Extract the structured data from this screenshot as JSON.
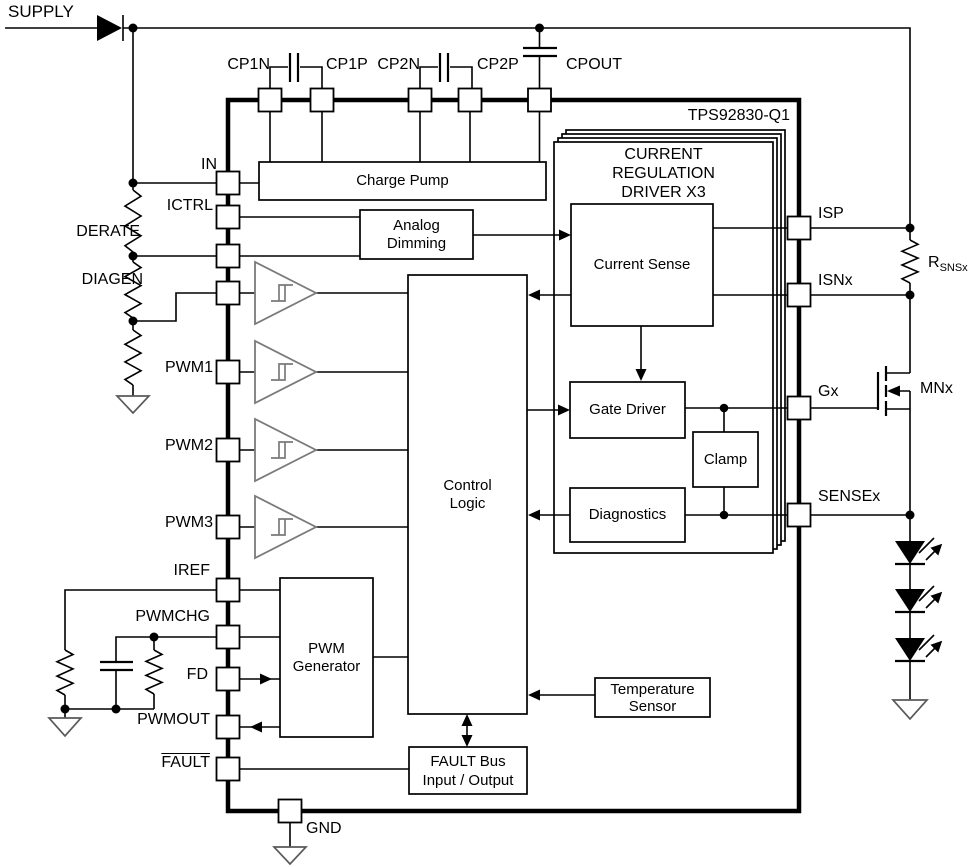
{
  "title": "TPS92830-Q1",
  "labels": {
    "supply": "SUPPLY",
    "gnd": "GND",
    "mosfet": "MNx",
    "sense_resistor": "R",
    "sense_resistor_sub": "SNSx"
  },
  "top_pins": [
    "CP1N",
    "CP1P",
    "CP2N",
    "CP2P",
    "CPOUT"
  ],
  "left_pins": [
    "IN",
    "ICTRL",
    "DERATE",
    "DIAGEN",
    "PWM1",
    "PWM2",
    "PWM3",
    "IREF",
    "PWMCHG",
    "FD",
    "PWMOUT",
    "FAULT"
  ],
  "right_pins": [
    "ISP",
    "ISNx",
    "Gx",
    "SENSEx"
  ],
  "blocks": {
    "charge_pump": "Charge Pump",
    "analog_dimming": "Analog\nDimming",
    "driver_stack": "CURRENT\nREGULATION\nDRIVER X3",
    "current_sense": "Current Sense",
    "gate_driver": "Gate Driver",
    "clamp": "Clamp",
    "diagnostics": "Diagnostics",
    "control_logic": "Control\nLogic",
    "pwm_generator": "PWM\nGenerator",
    "temperature_sensor": "Temperature\nSensor",
    "fault_bus": "FAULT Bus\nInput / Output"
  },
  "colors": {
    "wire": "#000000",
    "buffer_outline": "#7a7a7a",
    "background": "#ffffff"
  }
}
